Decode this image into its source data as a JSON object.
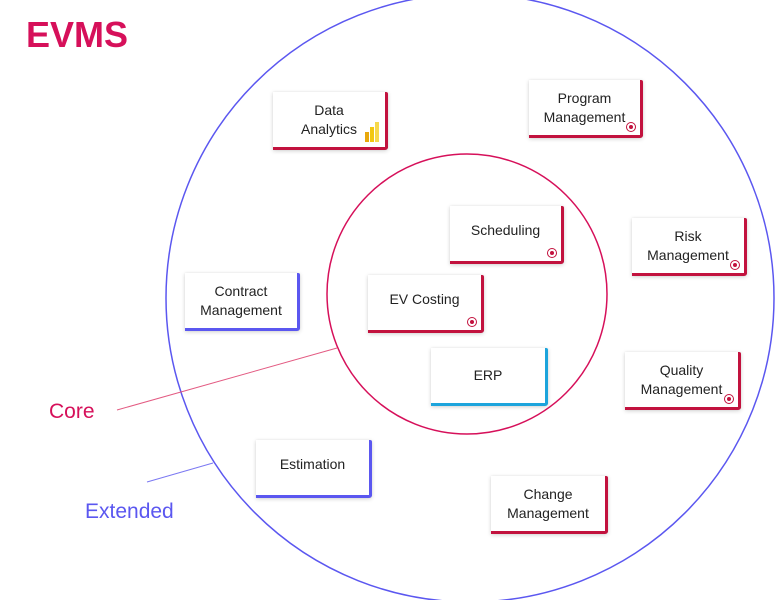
{
  "title": "EVMS",
  "rings": {
    "core_label": "Core",
    "extended_label": "Extended",
    "core_color": "#d6105a",
    "extended_color": "#5b57f0"
  },
  "colors": {
    "crimson": "#c2123e",
    "blue": "#5b57f0",
    "cyan": "#1ca4dc",
    "powerbi_yellow": "#f2c811"
  },
  "nodes": {
    "data_analytics": "Data\nAnalytics",
    "program_management": "Program\nManagement",
    "scheduling": "Scheduling",
    "risk_management": "Risk\nManagement",
    "contract_management": "Contract\nManagement",
    "ev_costing": "EV Costing",
    "erp": "ERP",
    "quality_management": "Quality\nManagement",
    "estimation": "Estimation",
    "change_management": "Change\nManagement"
  },
  "icons": {
    "target": "target-icon",
    "bar_chart": "powerbi-chart-icon"
  }
}
